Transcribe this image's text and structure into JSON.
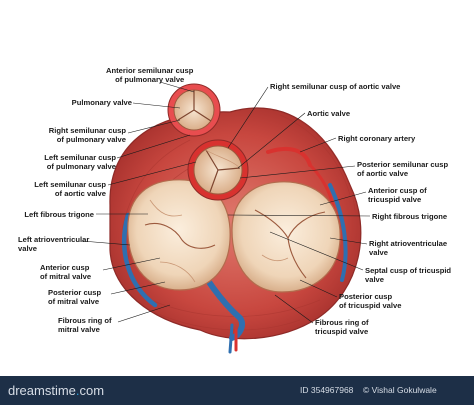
{
  "labels": {
    "ant_pulm": "Anterior semilunar cusp\nof pulmonary valve",
    "pulm_valve": "Pulmonary valve",
    "right_pulm": "Right semilunar cusp\nof pulmonary valve",
    "left_pulm": "Left semilunar cusp\nof pulmonary valve",
    "left_aortic": "Left semilunar cusp\nof aortic valve",
    "left_trigone": "Left fibrous trigone",
    "left_av": "Left atrioventricular\nvalve",
    "ant_mitral": "Anterior cusp\nof mitral valve",
    "post_mitral": "Posterior cusp\nof mitral valve",
    "fib_mitral": "Fibrous ring of\nmitral valve",
    "right_aortic": "Right semilunar cusp of aortic valve",
    "aortic_valve": "Aortic valve",
    "right_coronary": "Right coronary artery",
    "post_aortic": "Posterior semilunar cusp\nof aortic valve",
    "ant_tricuspid": "Anterior cusp of\ntricuspid valve",
    "right_trigone": "Right fibrous trigone",
    "right_av": "Right atrioventriculae\nvalve",
    "septal_tricuspid": "Septal cusp of tricuspid\nvalve",
    "post_tricuspid": "Posterior cusp\nof tricuspid valve",
    "fib_tricuspid": "Fibrous ring of\ntricuspid valve"
  },
  "footer": {
    "logo_left": "dreamstime",
    "logo_dot": ".",
    "logo_right": "com",
    "image_id": "ID 354967968",
    "author": "© Vishal Gokulwale"
  },
  "colors": {
    "muscle": "#c94a45",
    "ring": "#e84d4f",
    "vein": "#2f6fb0",
    "cusp": "#f3dcc3",
    "footer_bg": "#1d2f47"
  }
}
